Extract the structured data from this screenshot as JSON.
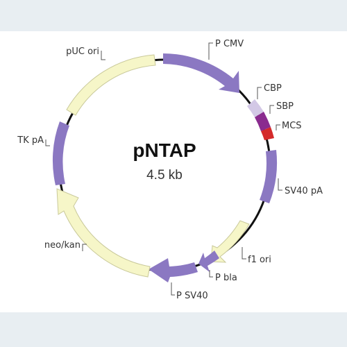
{
  "plasmid": {
    "name": "pNTAP",
    "size": "4.5 kb"
  },
  "colors": {
    "backbone": "#111111",
    "purple": "#8b78c2",
    "yellow": "#f6f6c8",
    "yellow_stroke": "#c9c99a",
    "cbp": "#d3c8e6",
    "sbp": "#8a2b8f",
    "mcs": "#d42a2a"
  },
  "features": {
    "p_cmv": "P CMV",
    "cbp": "CBP",
    "sbp": "SBP",
    "mcs": "MCS",
    "sv40_pa": "SV40 pA",
    "f1_ori": "f1 ori",
    "p_bla": "P bla",
    "p_sv40": "P SV40",
    "neo_kan": "neo/kan",
    "tk_pa": "TK pA",
    "puc_ori": "pUC ori"
  }
}
